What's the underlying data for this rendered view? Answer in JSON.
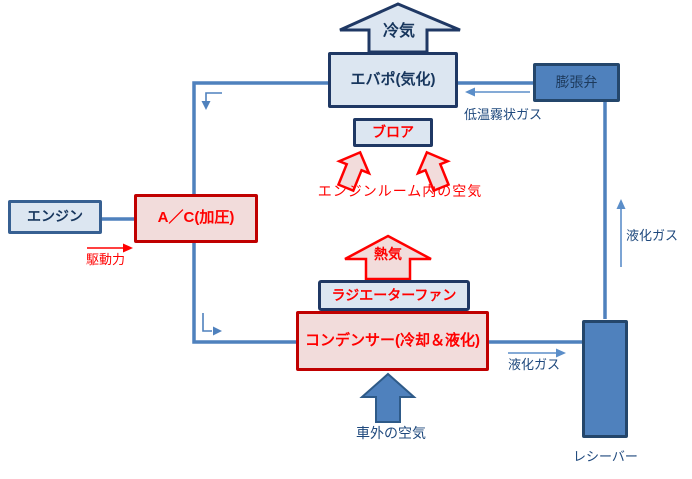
{
  "colors": {
    "connector_blue": "#4f81bd",
    "light_blue_fill": "#dce6f1",
    "navy_border": "#1f3864",
    "navy_text": "#17365d",
    "label_blue_text": "#1f497d",
    "red_border": "#c00000",
    "red_text": "#ff0000",
    "pink_fill": "#f2dcdb",
    "solid_blue_fill": "#4f81bd"
  },
  "nodes": {
    "evaporator": {
      "label": "エバポ(気化)"
    },
    "expansion_valve": {
      "label": "膨張弁"
    },
    "blower": {
      "label": "ブロア"
    },
    "engine": {
      "label": "エンジン"
    },
    "ac_compressor": {
      "label": "A／C(加圧)"
    },
    "radiator_fan": {
      "label": "ラジエーターファン"
    },
    "condenser": {
      "label": "コンデンサー(冷却＆液化)"
    },
    "receiver": {
      "label": "レシーバー"
    }
  },
  "flow_labels": {
    "cold_air": "冷気",
    "hot_air": "熱気",
    "low_temp_mist_gas": "低温霧状ガス",
    "engine_room_air": "エンジンルーム内の空気",
    "driving_force": "駆動力",
    "liquefied_gas_vertical": "液化ガス",
    "liquefied_gas_horizontal": "液化ガス",
    "outside_air": "車外の空気"
  }
}
